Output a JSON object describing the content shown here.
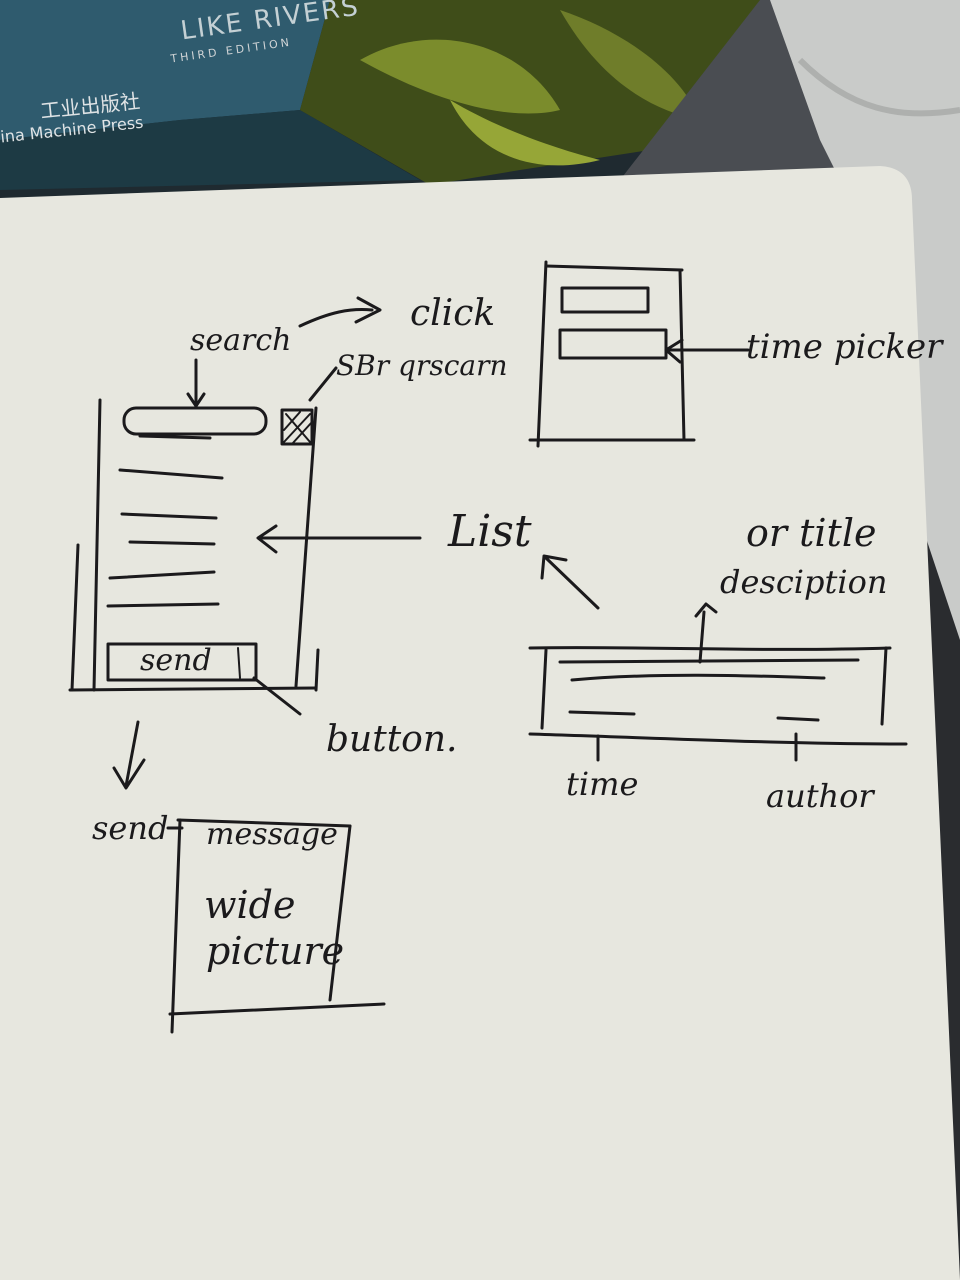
{
  "background": {
    "book_title": "LIKE RIVERS",
    "book_subtitle": "THIRD EDITION",
    "publisher_cn": "工业出版社",
    "publisher_en": "ina Machine Press"
  },
  "sketch": {
    "search_label": "search",
    "click_label": "click",
    "qrscan_label": "SBr qrscarn",
    "list_label": "List",
    "send_button_text": "send",
    "button_label": "button.",
    "send_arrow_label": "send",
    "dialog": {
      "line1": "message",
      "line2": "wide",
      "line3": "picture"
    },
    "time_picker_label": "time picker",
    "item": {
      "title_label": "or title",
      "desc_label": "desciption",
      "time_label": "time",
      "author_label": "author"
    }
  },
  "colors": {
    "paper": "#e6e6de",
    "ink": "#1b1a1c",
    "table": "#2a2c2f",
    "leaf": "#6f7d2a"
  }
}
